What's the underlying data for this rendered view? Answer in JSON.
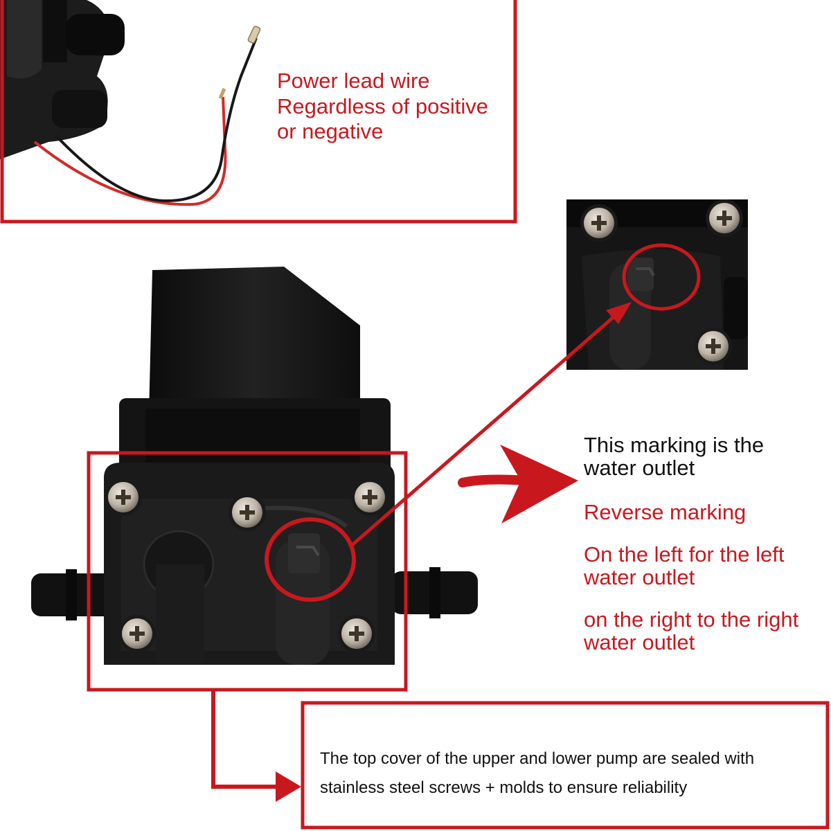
{
  "colors": {
    "accent_red": "#c8181e",
    "pump_black": "#141414",
    "screw_metal": "#bdb3a6"
  },
  "icons": [
    "wire-terminal-icon",
    "screw-icon",
    "arrow-icon"
  ],
  "callouts": {
    "power_wire": {
      "line1": "Power lead wire",
      "line2": "Regardless of positive",
      "line3": "or negative"
    },
    "outlet_marking": {
      "line1": "This marking is the",
      "line2": "water outlet"
    },
    "reverse": "Reverse marking",
    "left_outlet": {
      "line1": "On the left for the left",
      "line2": "water outlet"
    },
    "right_outlet": {
      "line1": "on the right to the right",
      "line2": "water outlet"
    },
    "sealed": {
      "line1": "The top cover of the upper and lower pump are sealed with",
      "line2": "stainless steel screws + molds to ensure reliability"
    }
  }
}
